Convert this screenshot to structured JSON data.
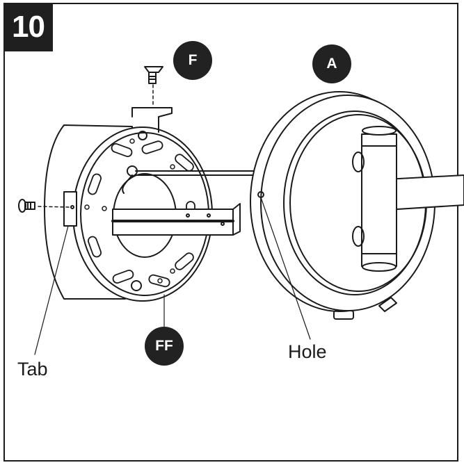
{
  "step": {
    "number": "10"
  },
  "callouts": {
    "f": "F",
    "a": "A",
    "ff": "FF"
  },
  "labels": {
    "tab": "Tab",
    "hole": "Hole"
  },
  "colors": {
    "ink": "#1a1a1a",
    "badge": "#1f1f1f",
    "background": "#ffffff"
  }
}
